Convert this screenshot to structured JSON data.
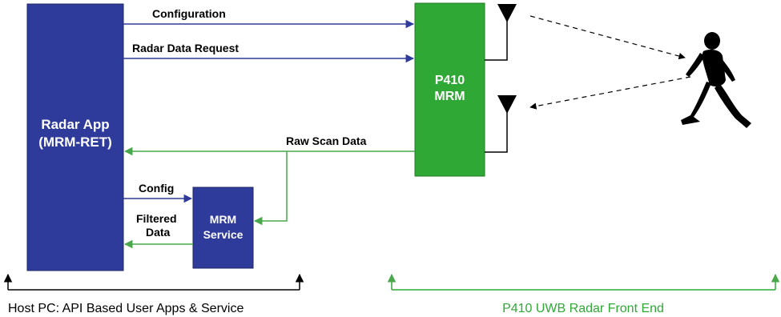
{
  "colors": {
    "blue_box": "#2e3b9a",
    "green_box": "#2fa836",
    "blue_arrow": "#2e3b9a",
    "green_arrow": "#49a84b",
    "black": "#000000",
    "caption_green": "#2fa836"
  },
  "boxes": {
    "radar_app": {
      "line1": "Radar App",
      "line2": "(MRM-RET)"
    },
    "mrm_service": {
      "line1": "MRM",
      "line2": "Service"
    },
    "p410_mrm": {
      "line1": "P410",
      "line2": "MRM"
    }
  },
  "flows": {
    "configuration": "Configuration",
    "radar_data_request": "Radar Data Request",
    "raw_scan_data": "Raw Scan Data",
    "config": "Config",
    "filtered_data_line1": "Filtered",
    "filtered_data_line2": "Data"
  },
  "captions": {
    "host_pc": "Host PC:  API Based User Apps & Service",
    "front_end": "P410 UWB Radar Front End"
  },
  "icons": {
    "antenna": "antenna-icon",
    "person": "walking-person-icon"
  }
}
